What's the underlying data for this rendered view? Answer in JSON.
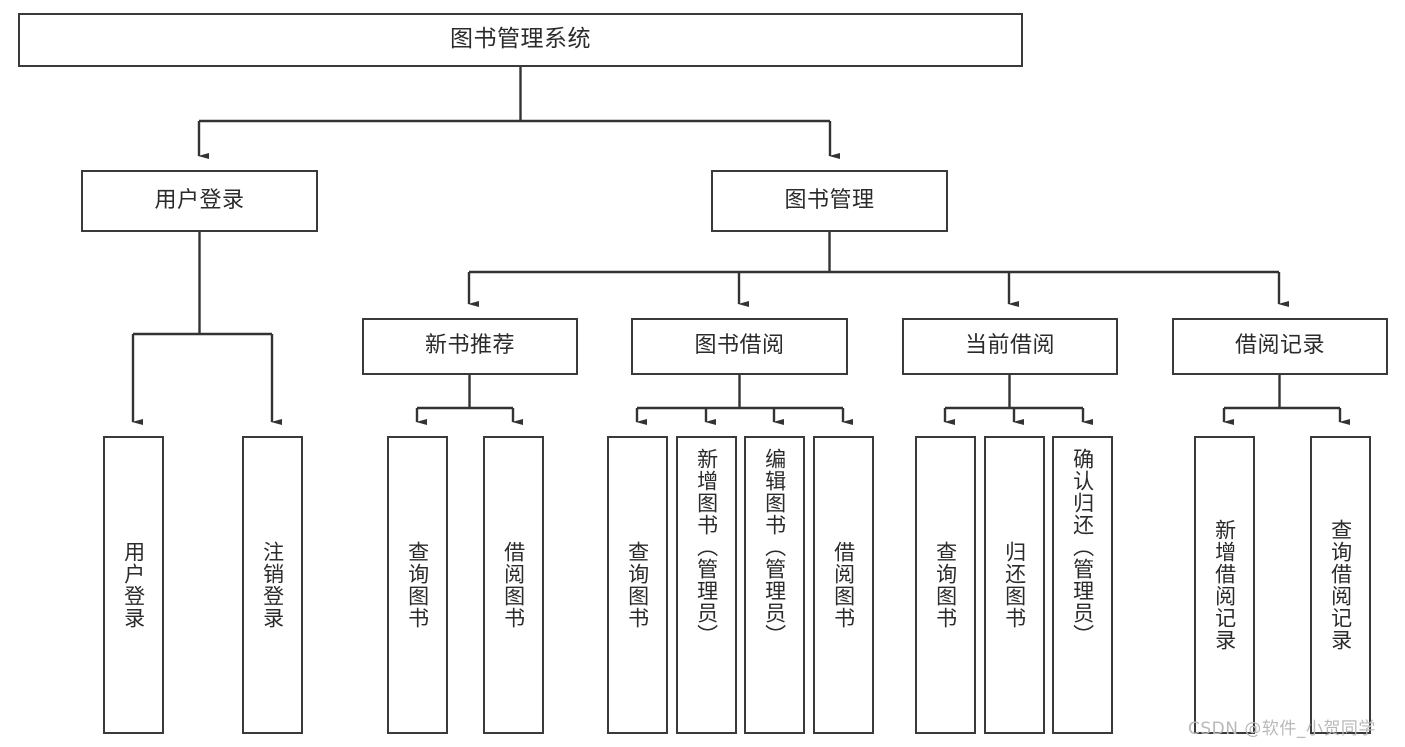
{
  "diagram": {
    "type": "tree-hierarchy-chart",
    "title": "图书管理系统",
    "colors": {
      "box_border": "#3a3a3a",
      "box_fill": "#ffffff",
      "edge": "#333333",
      "text": "#2b2b2b",
      "watermark": "#b9b9b9",
      "background": "#ffffff"
    },
    "root": {
      "label": "图书管理系统"
    },
    "level2": [
      {
        "label": "用户登录"
      },
      {
        "label": "图书管理"
      }
    ],
    "level3": [
      {
        "label": "新书推荐"
      },
      {
        "label": "图书借阅"
      },
      {
        "label": "当前借阅"
      },
      {
        "label": "借阅记录"
      }
    ],
    "leaves": {
      "user_login": [
        {
          "label": "用户登录"
        },
        {
          "label": "注销登录"
        }
      ],
      "new_book": [
        {
          "label": "查询图书"
        },
        {
          "label": "借阅图书"
        }
      ],
      "book_borrow": [
        {
          "label": "查询图书"
        },
        {
          "label": "新增图书（管理员）"
        },
        {
          "label": "编辑图书（管理员）"
        },
        {
          "label": "借阅图书"
        }
      ],
      "current_borrow": [
        {
          "label": "查询图书"
        },
        {
          "label": "归还图书"
        },
        {
          "label": "确认归还（管理员）"
        }
      ],
      "borrow_record": [
        {
          "label": "新增借阅记录"
        },
        {
          "label": "查询借阅记录"
        }
      ]
    }
  },
  "watermark": {
    "text": "CSDN @软件_小贺同学"
  }
}
